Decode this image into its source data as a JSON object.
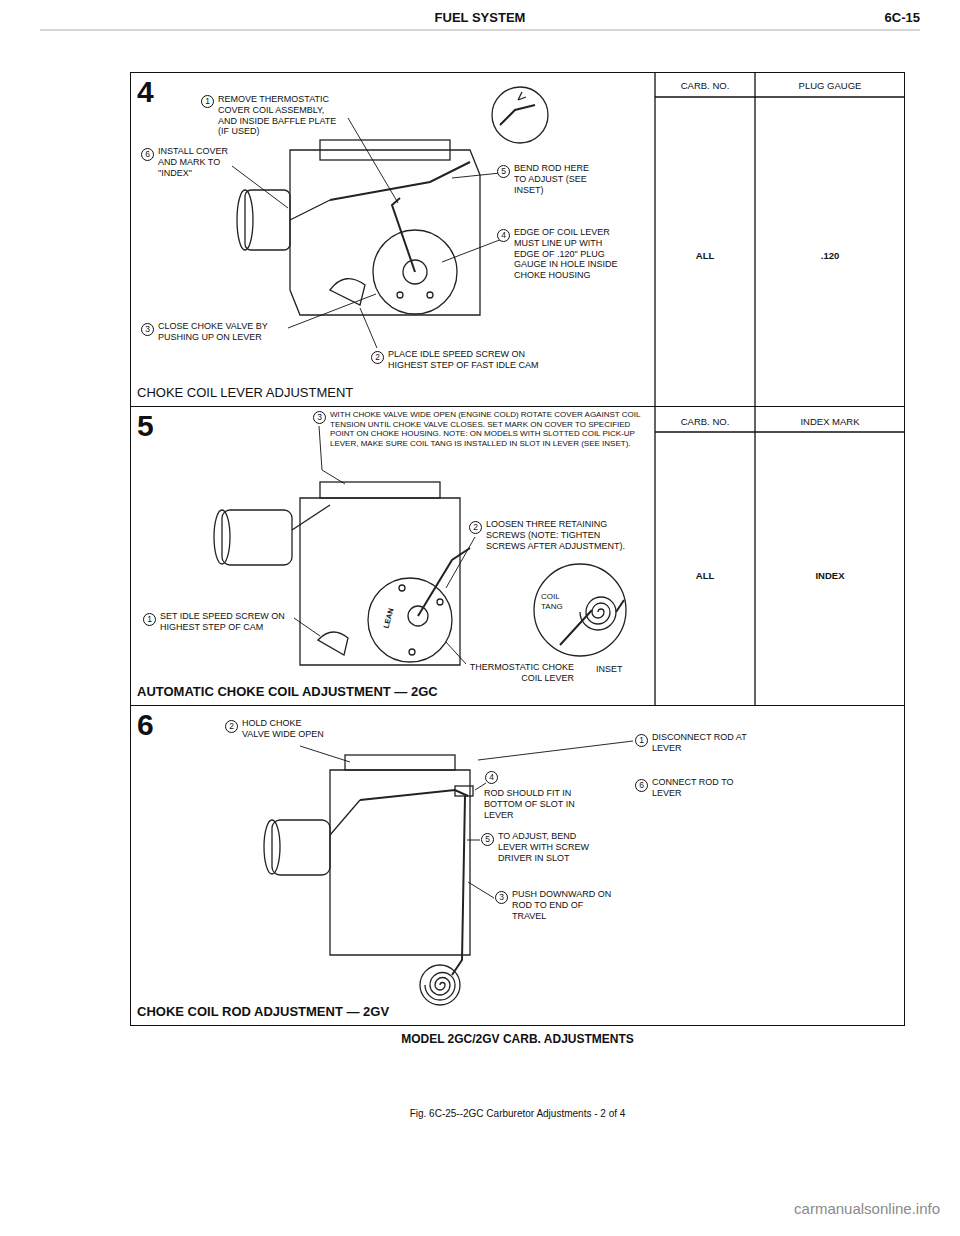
{
  "diagram": {
    "title": "FUEL SYSTEM",
    "caption": "Fig. 6C-25--2GC Carburetor Adjustments - 2 of 4",
    "nodes": [
      {
        "text": [
          "4",
          "CHOKE COIL LEVER ADJUSTMENT"
        ]
      },
      {
        "text": [
          "5",
          "AUTOMATIC CHOKE COIL ADJUSTMENT — 2GC"
        ]
      },
      {
        "text": [
          "6",
          "CHOKE COIL ROD ADJUSTMENT — 2GV"
        ]
      }
    ],
    "labels": [
      "6C-15",
      "1",
      "REMOVE THERMOSTATIC COVER COIL ASSEMBLY, AND INSIDE BAFFLE PLATE (IF USED)",
      "6",
      "INSTALL COVER AND MARK TO \"INDEX\"",
      "5",
      "BEND ROD HERE TO ADJUST (SEE INSET)",
      "4",
      "EDGE OF COIL LEVER MUST LINE UP WITH EDGE OF .120\" PLUG GAUGE IN HOLE INSIDE CHOKE HOUSING",
      "3",
      "CLOSE CHOKE VALVE BY PUSHING UP ON LEVER",
      "2",
      "PLACE IDLE SPEED SCREW ON HIGHEST STEP OF FAST IDLE CAM",
      "CARB. NO.",
      "PLUG GAUGE",
      "ALL",
      ".120",
      "3",
      "WITH CHOKE VALVE WIDE OPEN (ENGINE COLD) ROTATE COVER AGAINST COIL TENSION UNTIL CHOKE VALVE CLOSES. SET MARK ON COVER TO SPECIFIED POINT ON CHOKE HOUSING. NOTE: ON MODELS WITH SLOTTED COIL PICK-UP LEVER, MAKE SURE COIL TANG IS INSTALLED IN SLOT IN LEVER (SEE INSET).",
      "2",
      "LOOSEN THREE RETAINING SCREWS (NOTE: TIGHTEN SCREWS AFTER ADJUSTMENT).",
      "1",
      "SET IDLE SPEED SCREW ON HIGHEST STEP OF CAM",
      "COIL TANG",
      "THERMOSTATIC CHOKE COIL LEVER",
      "INSET",
      "LEAN",
      "CARB. NO.",
      "INDEX MARK",
      "ALL",
      "INDEX",
      "2",
      "HOLD CHOKE VALVE WIDE OPEN",
      "1",
      "DISCONNECT ROD AT LEVER",
      "6",
      "CONNECT ROD TO LEVER",
      "4",
      "ROD SHOULD FIT IN BOTTOM OF SLOT IN LEVER",
      "5",
      "TO ADJUST, BEND LEVER WITH SCREW DRIVER IN SLOT",
      "3",
      "PUSH DOWNWARD ON ROD TO END OF TRAVEL",
      "MODEL 2GC/2GV CARB. ADJUSTMENTS",
      "carmanualsonline.info"
    ]
  }
}
